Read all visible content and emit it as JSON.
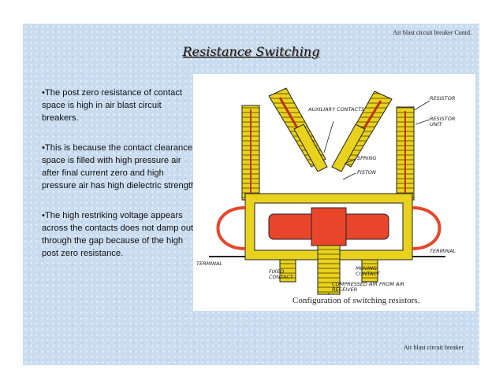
{
  "slide": {
    "header_note": "Air blast circuit breaker Contd.",
    "title": "Resistance Switching",
    "bullets": [
      "•The post zero resistance of contact space is high in air blast circuit breakers.",
      "•This is because the contact clearance space is filled with high pressure air after final current zero and high pressure air has high dielectric strength.",
      "•The high restriking voltage appears across the contacts does not damp out through the gap because of the high post zero resistance."
    ],
    "footer_note": "Air blast circuit breaker"
  },
  "figure": {
    "labels": {
      "auxiliary_contacts": "AUXILIARY CONTACTS",
      "resistor": "RESISTOR",
      "resistor_unit": "RESISTOR UNIT",
      "spring": "SPRING",
      "piston": "PISTON",
      "terminal_left": "TERMINAL",
      "terminal_right": "TERMINAL",
      "fixed_contact": "FIXED CONTACT",
      "moving_contact": "MOVING CONTACT",
      "compressed_air": "COMPRESSED AIR FROM AIR RECEIVER"
    },
    "caption": "Configuration of switching resistors.",
    "colors": {
      "insulator": "#e8d21e",
      "conductor": "#e8452a",
      "outline": "#222222"
    }
  }
}
